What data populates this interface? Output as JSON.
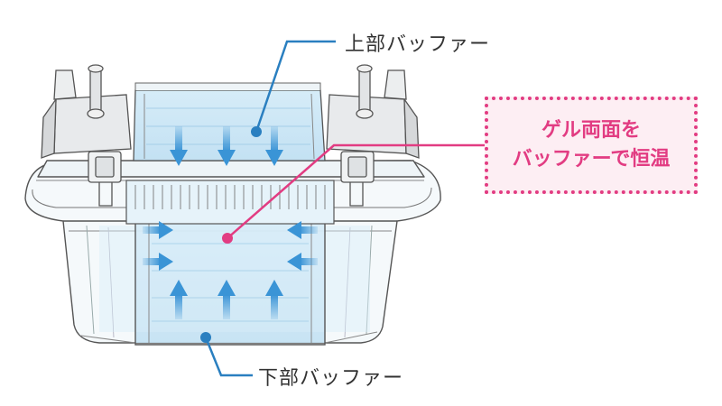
{
  "labels": {
    "upper_buffer": "上部バッファー",
    "lower_buffer": "下部バッファー"
  },
  "callout": {
    "line1": "ゲル両面を",
    "line2": "バッファーで恒温"
  },
  "colors": {
    "leader_blue": "#2a7fc0",
    "accent_pink": "#e23c82",
    "callout_bg": "#fdeef3",
    "buffer_fill": "#cfe7f5",
    "arrow_blue": "#3a94d6",
    "outline": "#555555"
  }
}
